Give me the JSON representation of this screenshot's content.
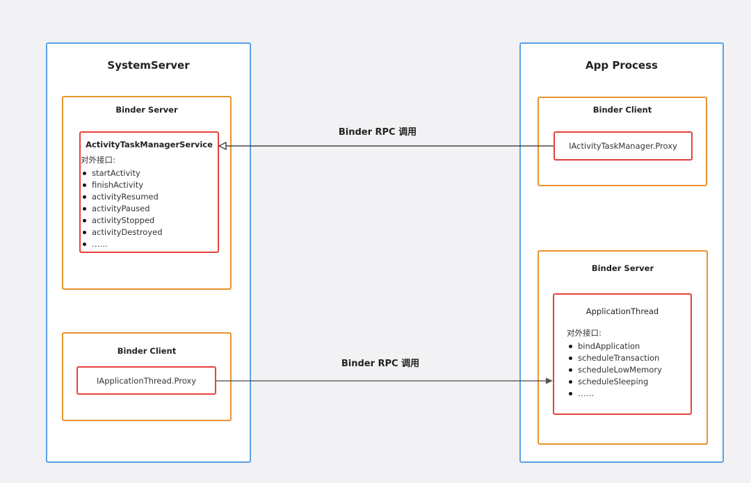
{
  "system_server": {
    "title": "SystemServer",
    "binder_server": {
      "label": "Binder Server",
      "service": {
        "name": "ActivityTaskManagerService",
        "interface_header": "对外接口:",
        "methods": [
          "startActivity",
          "finishActivity",
          "activityResumed",
          "activityPaused",
          "activityStopped",
          "activityDestroyed",
          "……"
        ]
      }
    },
    "binder_client": {
      "label": "Binder Client",
      "proxy": "IApplicationThread.Proxy"
    }
  },
  "app_process": {
    "title": "App Process",
    "binder_client": {
      "label": "Binder Client",
      "proxy": "IActivityTaskManager.Proxy"
    },
    "binder_server": {
      "label": "Binder Server",
      "service": {
        "name": "ApplicationThread",
        "interface_header": "对外接口:",
        "methods": [
          "bindApplication",
          "scheduleTransaction",
          "scheduleLowMemory",
          "scheduleSleeping",
          "……"
        ]
      }
    }
  },
  "arrows": {
    "top_label": "Binder RPC 调用",
    "bottom_label": "Binder RPC 调用"
  }
}
